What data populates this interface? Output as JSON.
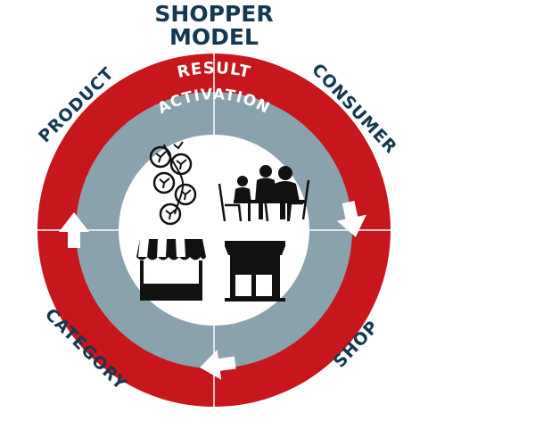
{
  "title": {
    "line1": "SHOPPER",
    "line2": "MODEL"
  },
  "outer_labels": {
    "product": "PRODUCT",
    "consumer": "CONSUMER",
    "category": "CATEGORY",
    "shop": "SHOP"
  },
  "ring_labels": {
    "outer": "RESULT",
    "inner": "ACTIVATION"
  },
  "icons": {
    "top_left": "tomato-vine-icon",
    "top_right": "family-dining-icon",
    "bottom_left": "market-stall-icon",
    "bottom_right": "storefront-icon"
  },
  "colors": {
    "title": "#13384f",
    "outer_ring": "#c8161d",
    "inner_ring": "#8aa2ad",
    "center": "#ffffff",
    "arrow": "#ffffff",
    "ring_text": "#ffffff",
    "label_text": "#13384f"
  }
}
